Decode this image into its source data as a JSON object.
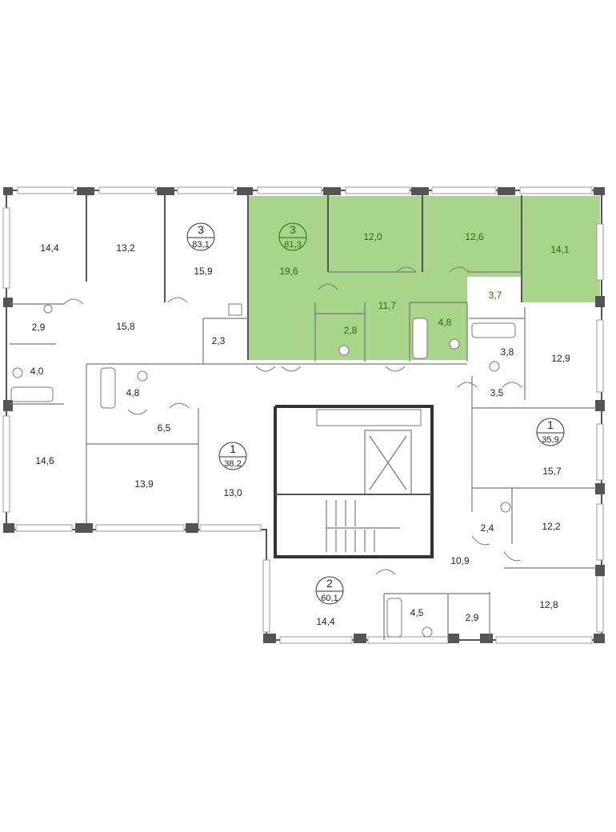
{
  "colors": {
    "highlight": "#a8d58a",
    "highlight_text": "#2f6a00",
    "wall": "#555555"
  },
  "apartments": [
    {
      "id": "apt-3a",
      "rooms": "3",
      "area": "83,1",
      "highlighted": false
    },
    {
      "id": "apt-3b",
      "rooms": "3",
      "area": "81,3",
      "highlighted": true
    },
    {
      "id": "apt-1a",
      "rooms": "1",
      "area": "35,9",
      "highlighted": false
    },
    {
      "id": "apt-1b",
      "rooms": "1",
      "area": "38,2",
      "highlighted": false
    },
    {
      "id": "apt-2",
      "rooms": "2",
      "area": "60,1",
      "highlighted": false
    }
  ],
  "room_areas": [
    "14,4",
    "13,2",
    "15,9",
    "15,8",
    "2,9",
    "2,3",
    "4,0",
    "4,8",
    "6,5",
    "14,6",
    "13,9",
    "13,0",
    "19,6",
    "12,0",
    "12,6",
    "14,1",
    "11,7",
    "2,8",
    "4,8",
    "3,7",
    "12,9",
    "3,8",
    "3,5",
    "15,7",
    "12,2",
    "2,4",
    "10,9",
    "14,4",
    "4,5",
    "2,9",
    "12,8"
  ]
}
